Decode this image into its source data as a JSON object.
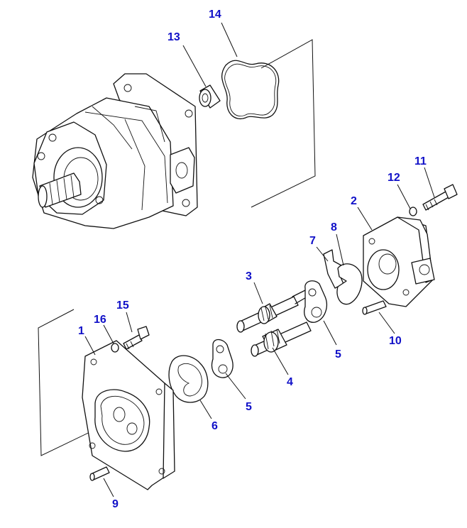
{
  "callouts": {
    "c1": "1",
    "c2": "2",
    "c3": "3",
    "c4": "4",
    "c5a": "5",
    "c5b": "5",
    "c6": "6",
    "c7": "7",
    "c8": "8",
    "c9": "9",
    "c10": "10",
    "c11": "11",
    "c12": "12",
    "c13": "13",
    "c14": "14",
    "c15": "15",
    "c16": "16"
  },
  "colors": {
    "callout": "#1010c8",
    "line": "#111111",
    "background": "#ffffff"
  }
}
